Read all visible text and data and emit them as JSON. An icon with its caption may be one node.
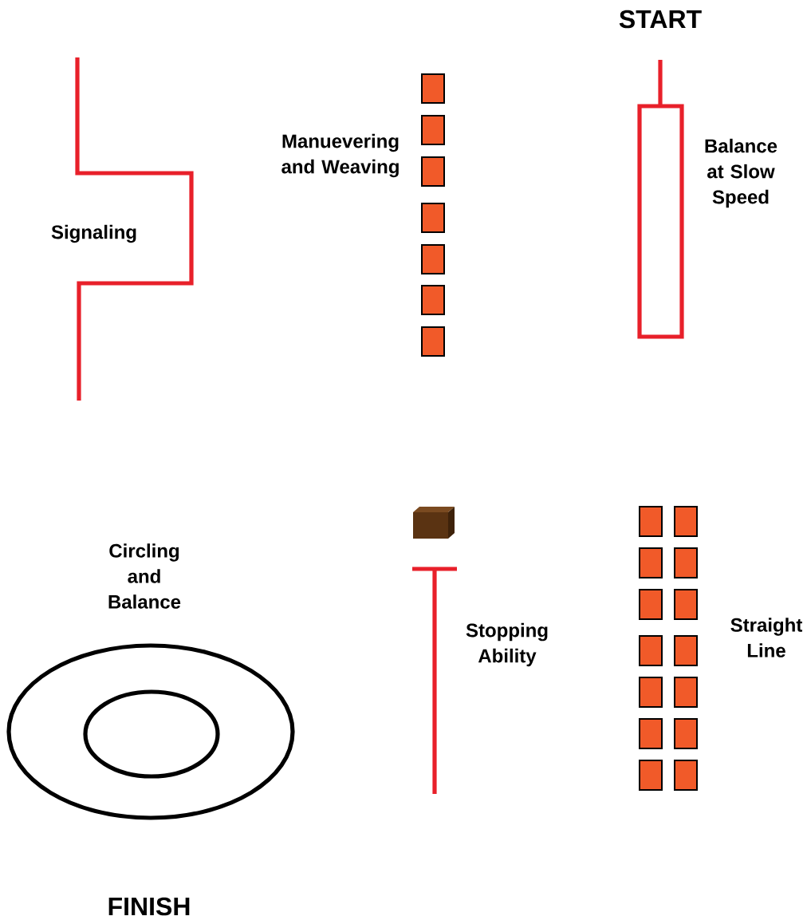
{
  "diagram": {
    "labels": [
      "START",
      "Manuevering and Weaving",
      "Balance at Slow Speed",
      "Signaling",
      "Circling and Balance",
      "Stopping Ability",
      "Straight Line",
      "FINISH"
    ]
  }
}
